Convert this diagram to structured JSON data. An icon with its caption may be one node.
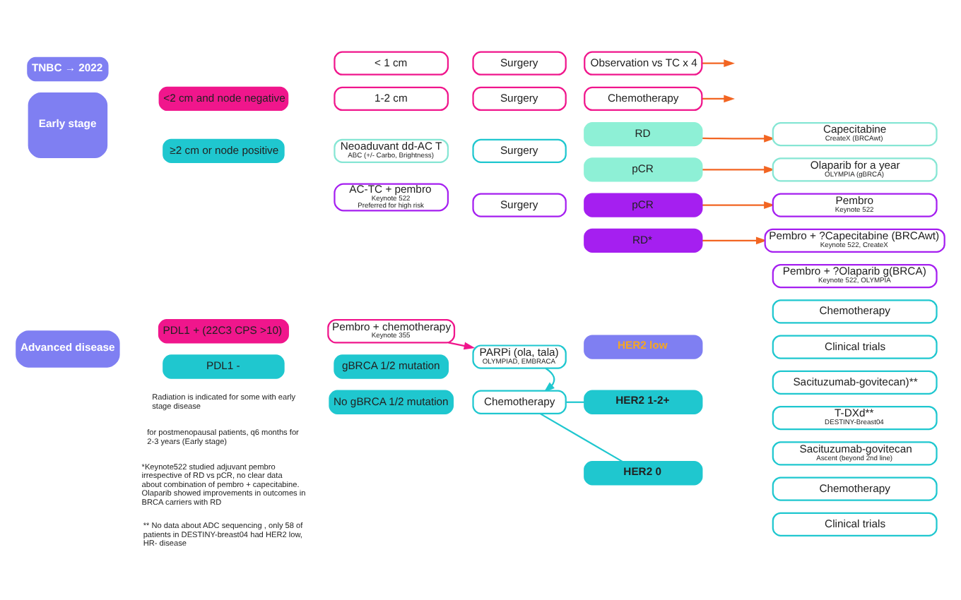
{
  "diagram": {
    "nodes": [
      {
        "text": [
          "TNBC → 2022"
        ]
      },
      {
        "text": [
          "Early stage"
        ]
      },
      {
        "text": [
          "<2 cm and node negative"
        ]
      },
      {
        "text": [
          "≥2 cm or node positive"
        ]
      },
      {
        "text": [
          "< 1 cm"
        ]
      },
      {
        "text": [
          "Surgery"
        ]
      },
      {
        "text": [
          "Observation vs TC x 4"
        ]
      },
      {
        "text": [
          "1-2 cm"
        ]
      },
      {
        "text": [
          "Surgery"
        ]
      },
      {
        "text": [
          "Chemotherapy"
        ]
      },
      {
        "text": [
          "Neoaduvant dd-AC T",
          "ABC (+/- Carbo, Brightness)"
        ]
      },
      {
        "text": [
          "Surgery"
        ]
      },
      {
        "text": [
          "RD"
        ]
      },
      {
        "text": [
          "pCR"
        ]
      },
      {
        "text": [
          "Capecitabine",
          "CreateX (BRCAwt)"
        ]
      },
      {
        "text": [
          "Olaparib for a year",
          "OLYMPIA (gBRCA)"
        ]
      },
      {
        "text": [
          "AC-TC + pembro",
          "Keynote 522",
          "Preferred for high risk"
        ]
      },
      {
        "text": [
          "Surgery"
        ]
      },
      {
        "text": [
          "pCR"
        ]
      },
      {
        "text": [
          "RD*"
        ]
      },
      {
        "text": [
          "Pembro",
          "Keynote 522"
        ]
      },
      {
        "text": [
          "Pembro + ?Capecitabine (BRCAwt)",
          "Keynote 522, CreateX"
        ]
      },
      {
        "text": [
          "Pembro + ?Olaparib g(BRCA)",
          "Keynote 522, OLYMPIA"
        ]
      },
      {
        "text": [
          "Advanced disease"
        ]
      },
      {
        "text": [
          "PDL1 + (22C3 CPS >10)"
        ]
      },
      {
        "text": [
          "PDL1 -"
        ]
      },
      {
        "text": [
          "Pembro + chemotherapy",
          "Keynote 355"
        ]
      },
      {
        "text": [
          "gBRCA 1/2 mutation"
        ]
      },
      {
        "text": [
          "No gBRCA 1/2 mutation"
        ]
      },
      {
        "text": [
          "PARPi (ola, tala)",
          "OLYMPIAD, EMBRACA"
        ]
      },
      {
        "text": [
          "Chemotherapy"
        ]
      },
      {
        "text": [
          "HER2 low"
        ]
      },
      {
        "text": [
          "Chemotherapy"
        ]
      },
      {
        "text": [
          "Clinical trials"
        ]
      },
      {
        "text": [
          "HER2 1-2+"
        ]
      },
      {
        "text": [
          "HER2 0"
        ]
      },
      {
        "text": [
          "Sacituzumab-govitecan)**"
        ]
      },
      {
        "text": [
          "T-DXd**",
          "DESTINY-Breast04"
        ]
      },
      {
        "text": [
          "Sacituzumab-govitecan",
          "Ascent (beyond 2nd line)"
        ]
      },
      {
        "text": [
          "Chemotherapy"
        ]
      },
      {
        "text": [
          "Clinical trials"
        ]
      }
    ],
    "edges": [
      {
        "from": 6,
        "to": null,
        "arrow": "to",
        "color": "#f26522"
      },
      {
        "from": 9,
        "to": null,
        "arrow": "to",
        "color": "#f26522"
      },
      {
        "from": 12,
        "to": 14,
        "arrow": "to",
        "color": "#f26522"
      },
      {
        "from": 13,
        "to": 15,
        "arrow": "to",
        "color": "#f26522"
      },
      {
        "from": 18,
        "to": 20,
        "arrow": "to",
        "color": "#f26522"
      },
      {
        "from": 19,
        "to": 21,
        "arrow": "to",
        "color": "#f26522"
      },
      {
        "from": 26,
        "to": 29,
        "arrow": "to",
        "color": "#f0168c"
      },
      {
        "from": 29,
        "to": 30,
        "arrow": "to",
        "color": "#1fc7cf"
      },
      {
        "from": 30,
        "to": 34,
        "arrow": "none",
        "color": "#1fc7cf"
      },
      {
        "from": 30,
        "to": 35,
        "arrow": "none",
        "color": "#1fc7cf"
      }
    ],
    "labels": [
      "Radiation is indicated for some with early stage disease",
      "for postmenopausal patients, q6 months for 2-3 years (Early stage)",
      "*Keynote522 studied adjuvant pembro irrespective of RD vs pCR, no clear data about combination of pembro + capecitabine. Olaparib showed improvements in outcomes in BRCA carriers with RD",
      "** No data about ADC sequencing , only 58 of patients in DESTINY-breast04 had HER2 low, HR- disease"
    ]
  }
}
